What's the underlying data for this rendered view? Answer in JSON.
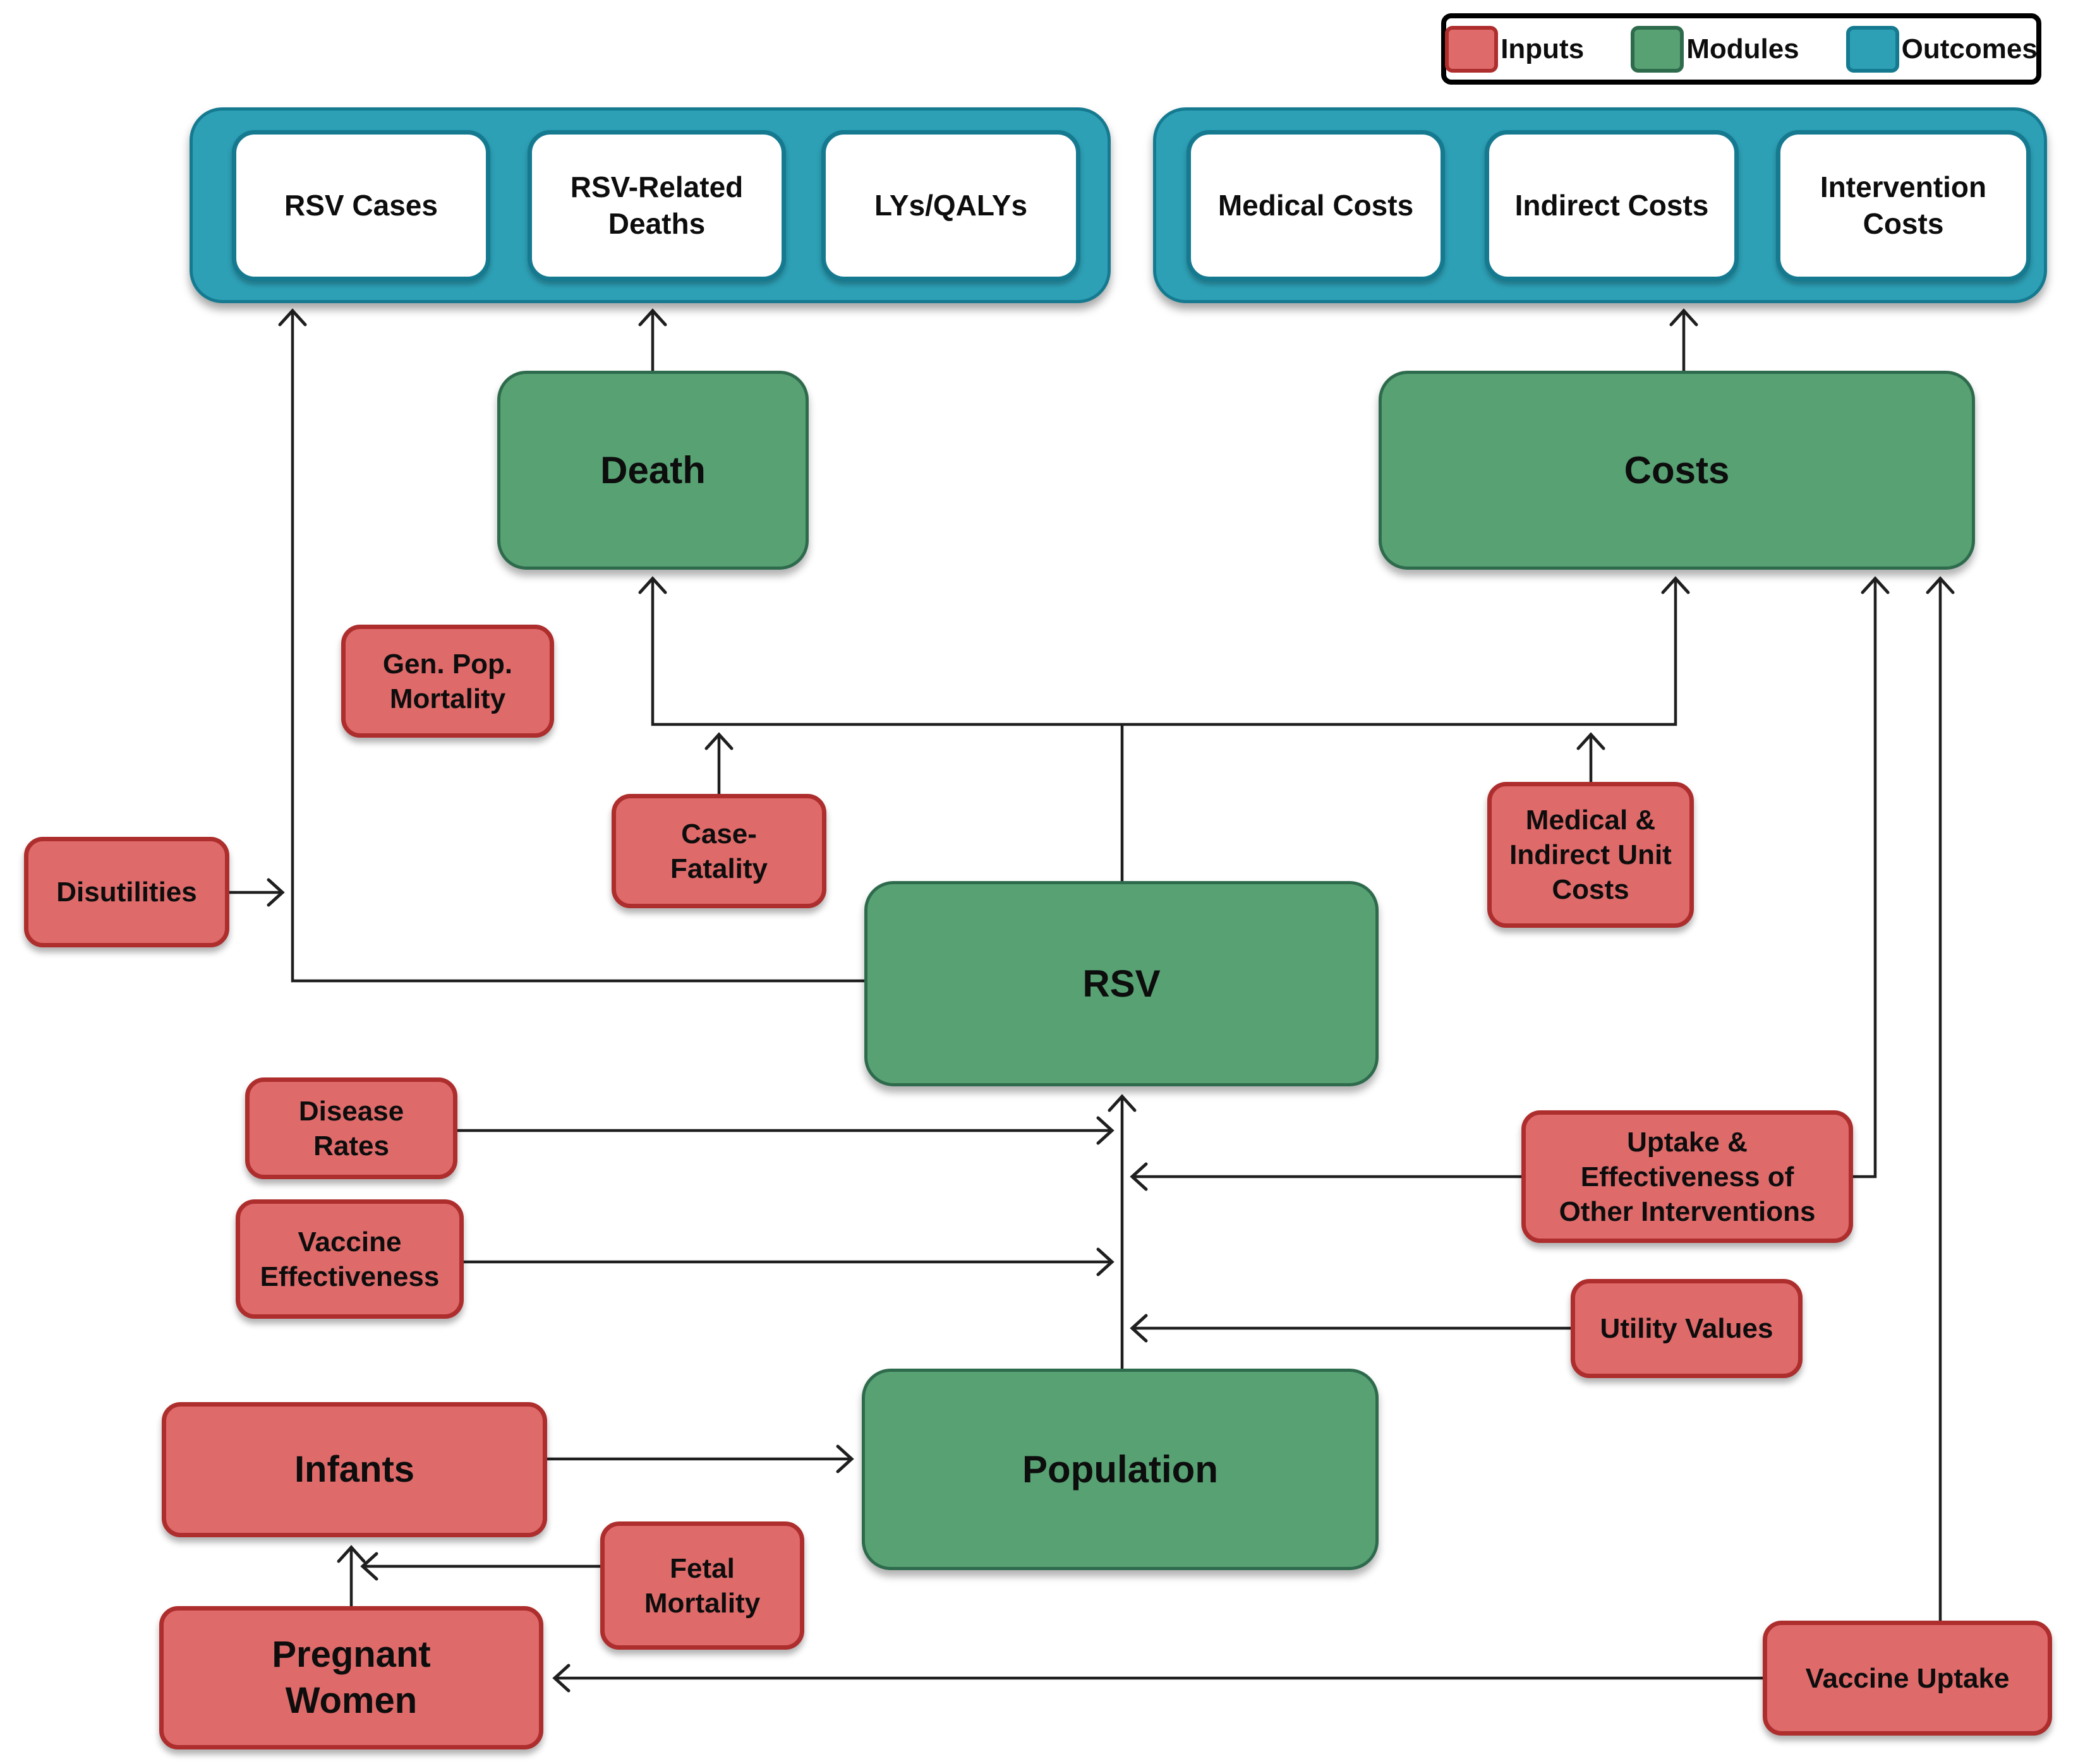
{
  "legend": {
    "items": [
      {
        "label": "Inputs",
        "color": "#df6a6a",
        "border": "#ae2d2d"
      },
      {
        "label": "Modules",
        "color": "#57a173",
        "border": "#2e6b4d"
      },
      {
        "label": "Outcomes",
        "color": "#2da0b6",
        "border": "#157a90"
      }
    ]
  },
  "outcome_groups": {
    "health": {
      "items": [
        "RSV Cases",
        "RSV-Related Deaths",
        "LYs/QALYs"
      ]
    },
    "costs": {
      "items": [
        "Medical Costs",
        "Indirect Costs",
        "Intervention Costs"
      ]
    }
  },
  "modules": {
    "death": "Death",
    "costs": "Costs",
    "rsv": "RSV",
    "population": "Population"
  },
  "inputs": {
    "gen_pop_mortality": "Gen. Pop. Mortality",
    "case_fatality": "Case-Fatality",
    "disutilities": "Disutilities",
    "medical_indirect_unit_costs": "Medical & Indirect Unit Costs",
    "disease_rates": "Disease Rates",
    "vaccine_effectiveness": "Vaccine Effectiveness",
    "uptake_effectiveness_other": "Uptake & Effectiveness of Other Interventions",
    "utility_values": "Utility Values",
    "infants": "Infants",
    "fetal_mortality": "Fetal Mortality",
    "pregnant_women": "Pregnant Women",
    "vaccine_uptake": "Vaccine Uptake"
  },
  "colors": {
    "input_fill": "#df6a6a",
    "input_border": "#ae2d2d",
    "module_fill": "#57a173",
    "module_border": "#2e6b4d",
    "outcome_fill": "#2da0b6",
    "outcome_border": "#157a90",
    "connector": "#1f1f1f",
    "background": "#ffffff"
  }
}
